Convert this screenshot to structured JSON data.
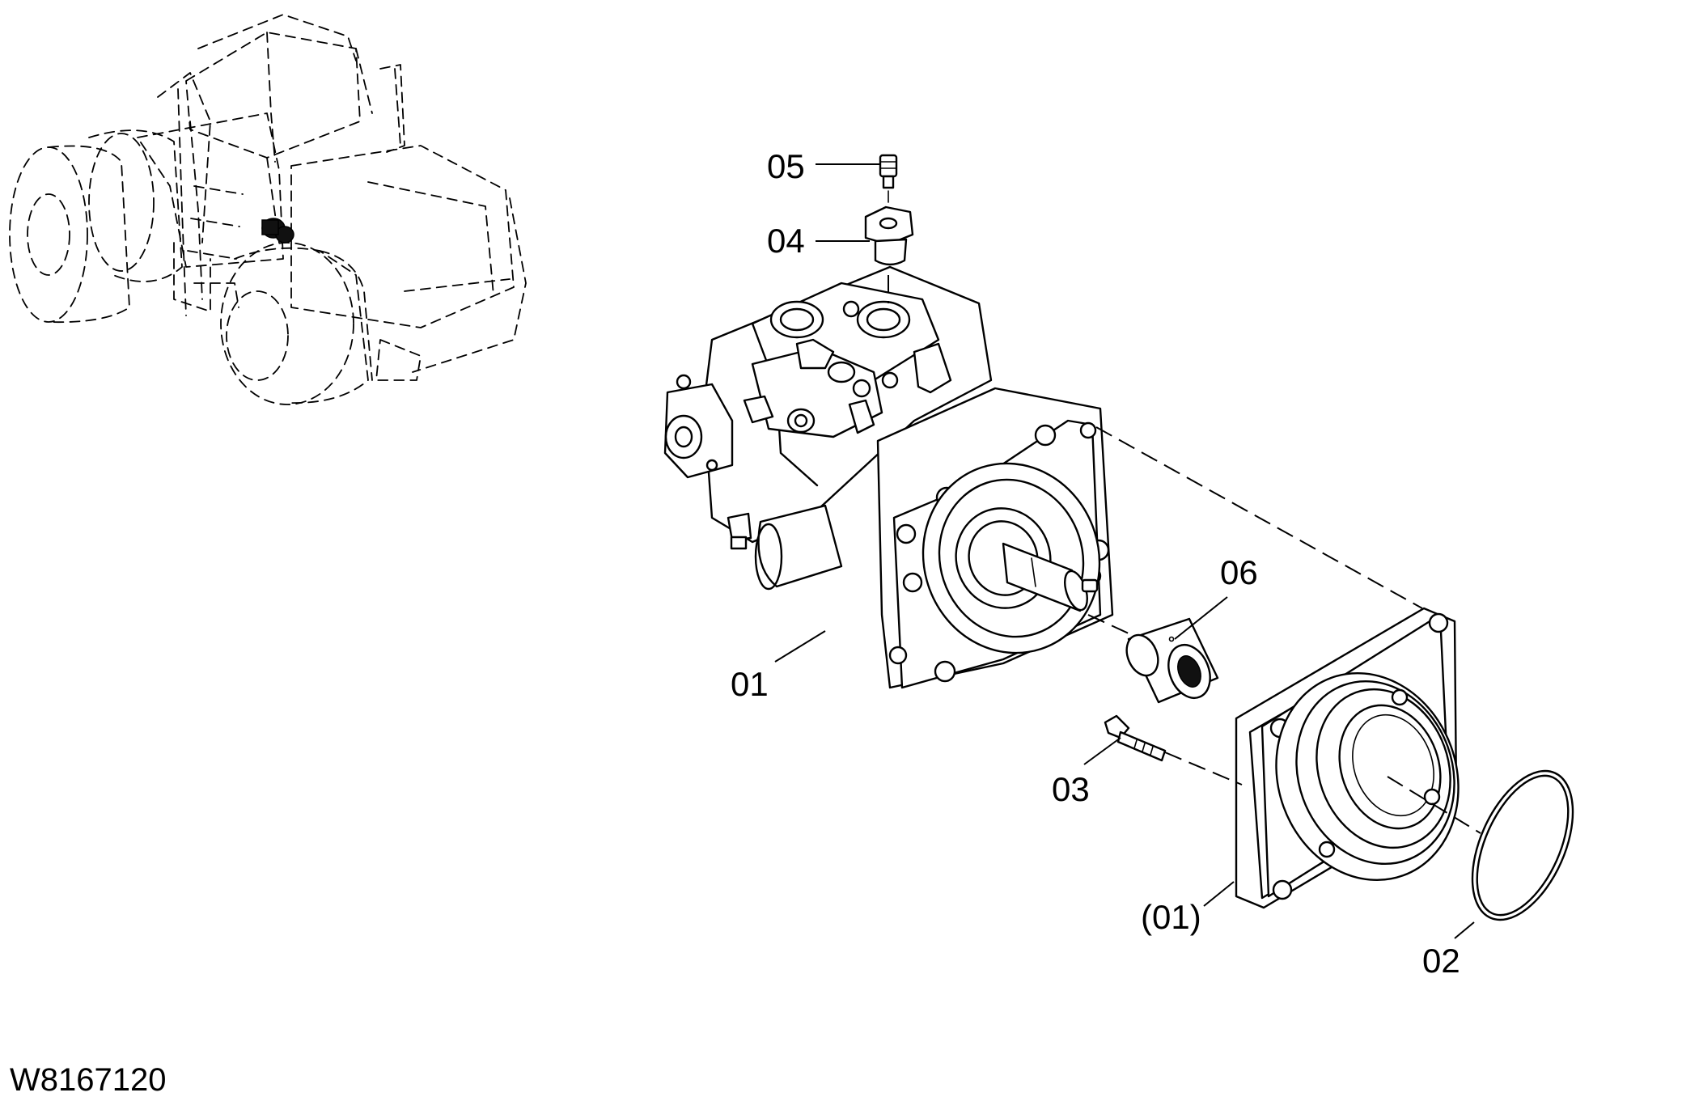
{
  "callouts": {
    "c01": "01",
    "c01b": "(01)",
    "c02": "02",
    "c03": "03",
    "c04": "04",
    "c05": "05",
    "c06": "06"
  },
  "drawing_number": "W8167120"
}
